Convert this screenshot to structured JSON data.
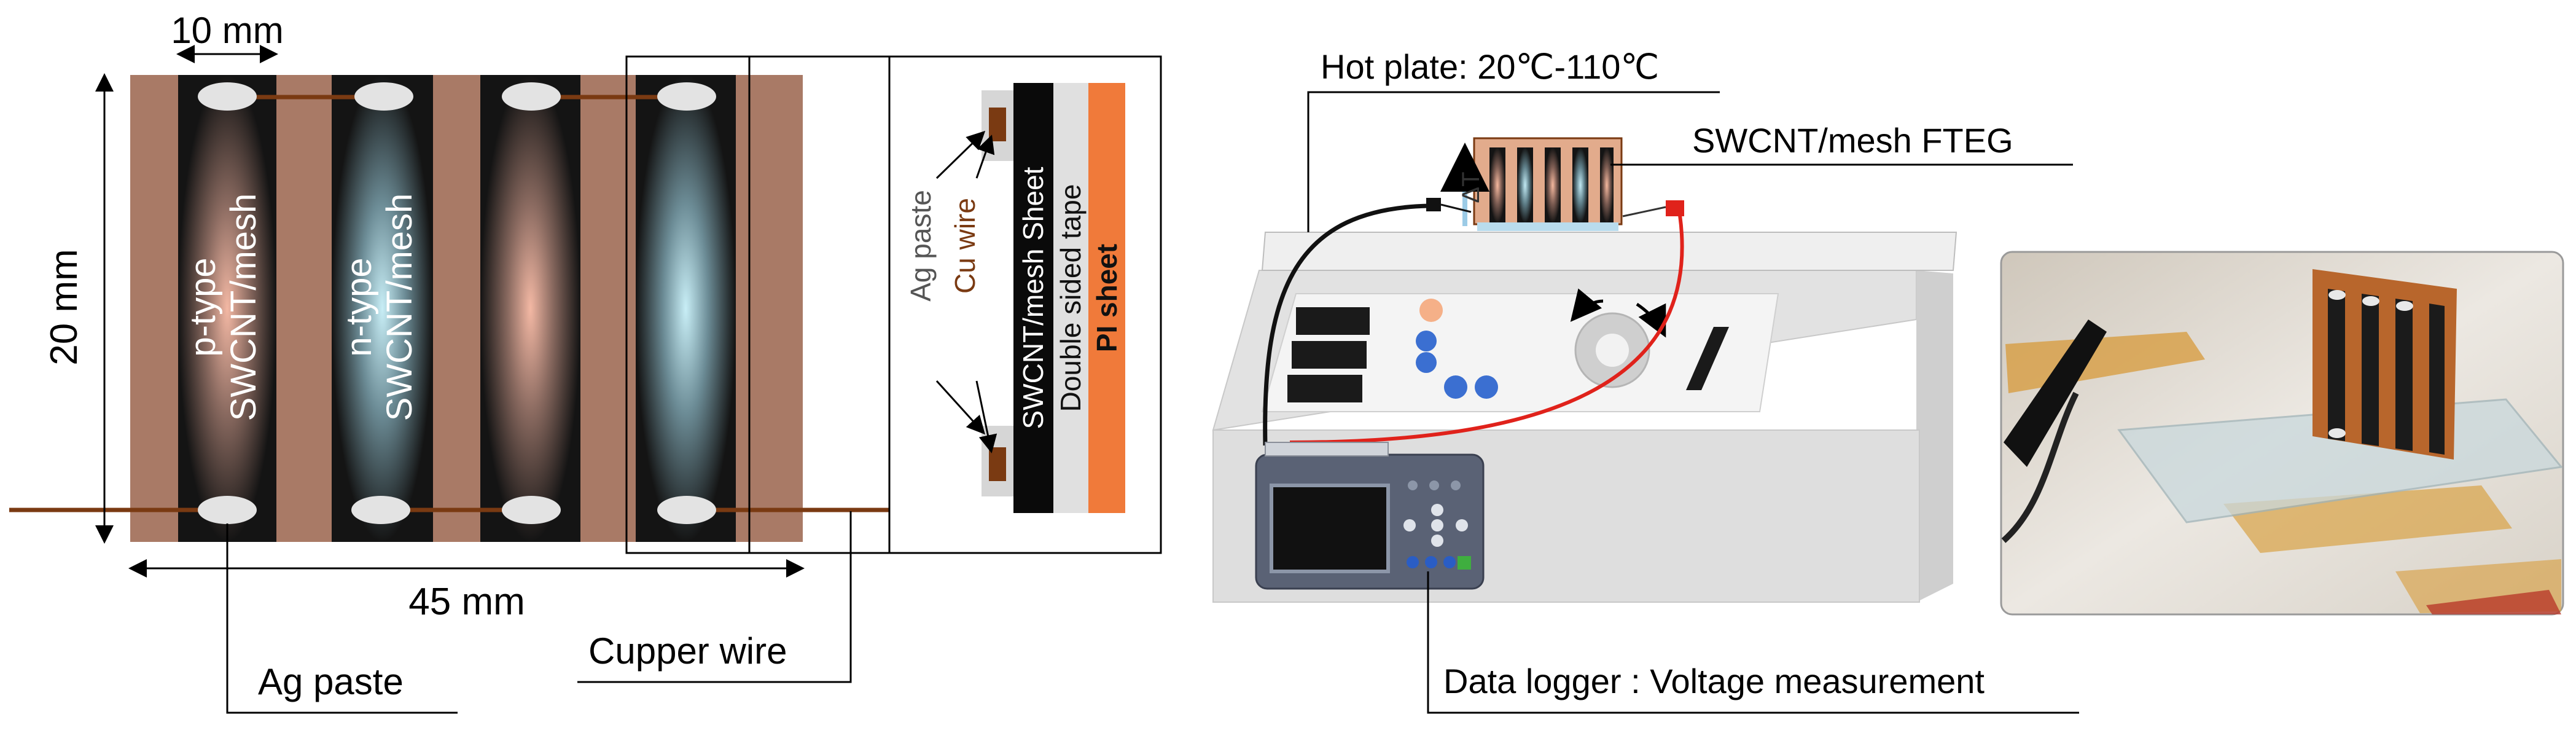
{
  "left_diagram": {
    "width_label": "10 mm",
    "height_label": "20 mm",
    "total_width_label": "45 mm",
    "p_type_line1": "p-type",
    "p_type_line2": "SWCNT/mesh",
    "n_type_line1": "n-type",
    "n_type_line2": "SWCNT/mesh",
    "ag_paste_callout": "Ag paste",
    "copper_wire_callout": "Cupper wire"
  },
  "cross_section": {
    "ag_paste": "Ag paste",
    "cu_wire": "Cu wire",
    "sheet": "SWCNT/mesh Sheet",
    "tape": "Double sided tape",
    "pi_sheet": "PI sheet"
  },
  "setup": {
    "hot_plate_label": "Hot plate: 20℃-110℃",
    "fteg_label": "SWCNT/mesh FTEG",
    "delta_t": "ΔT",
    "logger_label": "Data logger : Voltage measurement"
  },
  "colors": {
    "kapton": "#a97a66",
    "strip": "#141414",
    "copper": "#7a3a12",
    "pi_orange": "#f07a3a",
    "red_wire": "#e0221b",
    "device_gray": "#e6e6e6"
  }
}
